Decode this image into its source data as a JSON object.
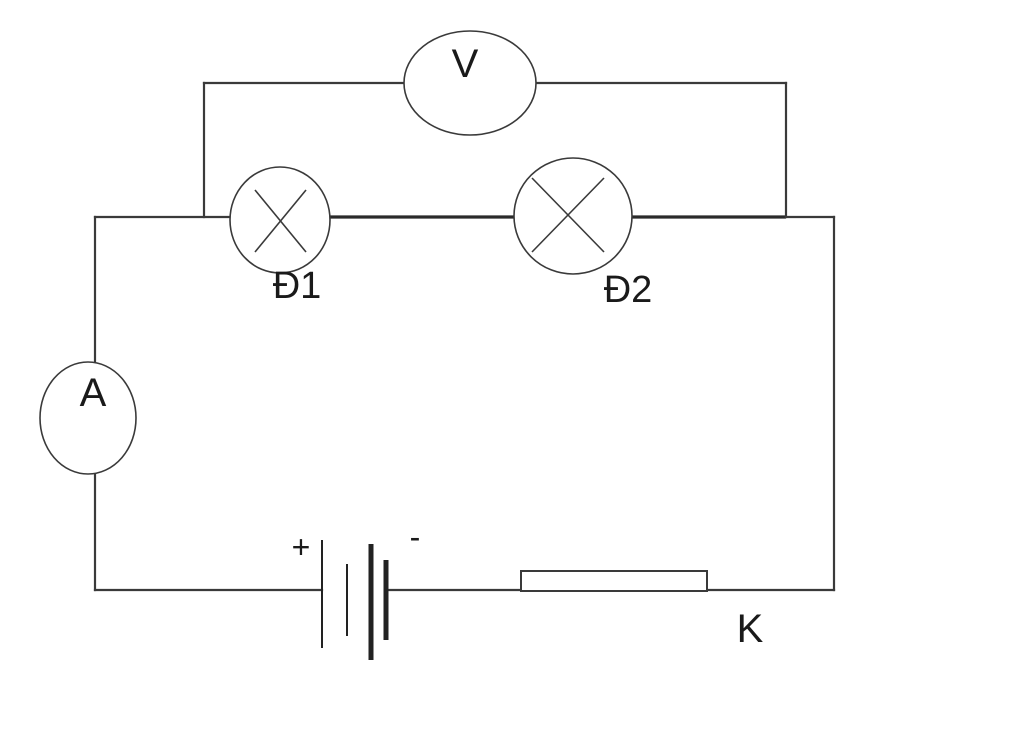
{
  "labels": {
    "voltmeter": "V",
    "ammeter": "A",
    "lamp1": "Đ1",
    "lamp2": "Đ2",
    "battery_plus": "+",
    "battery_minus": "-",
    "switch": "K"
  },
  "colors": {
    "wire": "#3a3a3a",
    "background": "#ffffff"
  }
}
